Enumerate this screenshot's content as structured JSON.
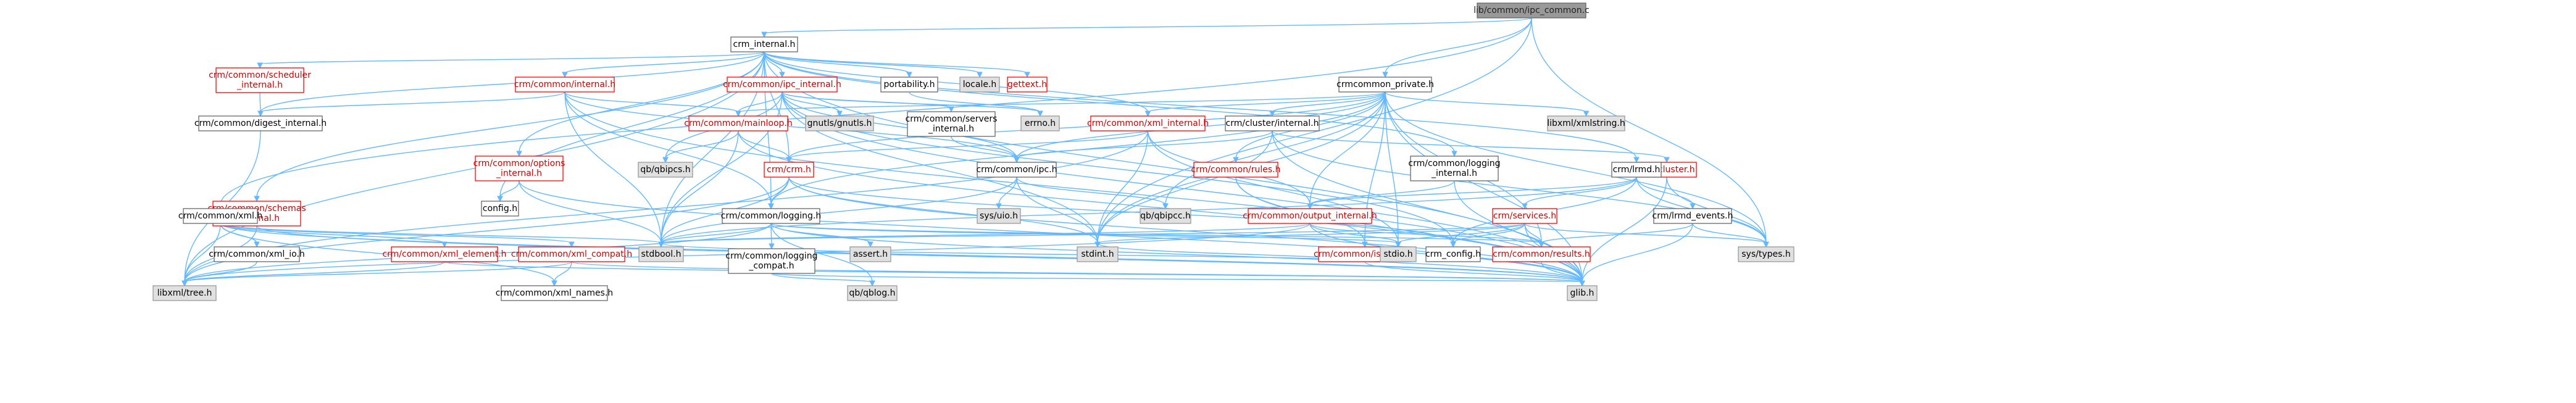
{
  "colors": {
    "edge": "#63b8ff",
    "node_border": "#666666",
    "incomplete_border": "#ff0000",
    "incomplete_text": "#cc0000",
    "system_fill": "#e0e0e0",
    "root_fill": "#999999"
  },
  "nodes": [
    {
      "id": "root",
      "label": "lib/common/ipc_common.c",
      "kind": "root"
    },
    {
      "id": "crm_internal",
      "label": "crm_internal.h",
      "kind": "std"
    },
    {
      "id": "crmcommon_private",
      "label": "crmcommon_private.h",
      "kind": "std"
    },
    {
      "id": "scheduler_internal",
      "label": "crm/common/scheduler\n_internal.h",
      "kind": "red"
    },
    {
      "id": "internal_h",
      "label": "crm/common/internal.h",
      "kind": "red"
    },
    {
      "id": "ipc_internal",
      "label": "crm/common/ipc_internal.h",
      "kind": "red"
    },
    {
      "id": "portability",
      "label": "portability.h",
      "kind": "std"
    },
    {
      "id": "locale",
      "label": "locale.h",
      "kind": "sys"
    },
    {
      "id": "gettext",
      "label": "gettext.h",
      "kind": "red"
    },
    {
      "id": "digest_internal",
      "label": "crm/common/digest_internal.h",
      "kind": "std"
    },
    {
      "id": "mainloop",
      "label": "crm/common/mainloop.h",
      "kind": "red"
    },
    {
      "id": "gnutls",
      "label": "gnutls/gnutls.h",
      "kind": "sys"
    },
    {
      "id": "servers_internal",
      "label": "crm/common/servers\n_internal.h",
      "kind": "std"
    },
    {
      "id": "errno",
      "label": "errno.h",
      "kind": "sys"
    },
    {
      "id": "xml_internal",
      "label": "crm/common/xml_internal.h",
      "kind": "red"
    },
    {
      "id": "cluster_internal",
      "label": "crm/cluster/internal.h",
      "kind": "std"
    },
    {
      "id": "xmlstring",
      "label": "libxml/xmlstring.h",
      "kind": "sys"
    },
    {
      "id": "options_internal",
      "label": "crm/common/options\n_internal.h",
      "kind": "red"
    },
    {
      "id": "qbipcs",
      "label": "qb/qbipcs.h",
      "kind": "sys"
    },
    {
      "id": "crm_h",
      "label": "crm/crm.h",
      "kind": "red"
    },
    {
      "id": "ipc_h",
      "label": "crm/common/ipc.h",
      "kind": "std"
    },
    {
      "id": "rules_h",
      "label": "crm/common/rules.h",
      "kind": "red"
    },
    {
      "id": "cluster_h",
      "label": "crm/cluster.h",
      "kind": "red"
    },
    {
      "id": "logging_internal",
      "label": "crm/common/logging\n_internal.h",
      "kind": "std"
    },
    {
      "id": "lrmd_h",
      "label": "crm/lrmd.h",
      "kind": "std"
    },
    {
      "id": "config_h",
      "label": "config.h",
      "kind": "std"
    },
    {
      "id": "schemas_internal",
      "label": "crm/common/schemas\n_internal.h",
      "kind": "red"
    },
    {
      "id": "xml_h",
      "label": "crm/common/xml.h",
      "kind": "std"
    },
    {
      "id": "logging_h",
      "label": "crm/common/logging.h",
      "kind": "std"
    },
    {
      "id": "sysuio",
      "label": "sys/uio.h",
      "kind": "sys"
    },
    {
      "id": "qbipcc",
      "label": "qb/qbipcc.h",
      "kind": "sys"
    },
    {
      "id": "iso8601",
      "label": "crm/common/iso8601.h",
      "kind": "red"
    },
    {
      "id": "output_internal",
      "label": "crm/common/output_internal.h",
      "kind": "red"
    },
    {
      "id": "services_h",
      "label": "crm/services.h",
      "kind": "red"
    },
    {
      "id": "lrmd_events",
      "label": "crm/lrmd_events.h",
      "kind": "std"
    },
    {
      "id": "xml_io",
      "label": "crm/common/xml_io.h",
      "kind": "std"
    },
    {
      "id": "xml_element",
      "label": "crm/common/xml_element.h",
      "kind": "red"
    },
    {
      "id": "xml_compat",
      "label": "crm/common/xml_compat.h",
      "kind": "red"
    },
    {
      "id": "logging_compat",
      "label": "crm/common/logging\n_compat.h",
      "kind": "std"
    },
    {
      "id": "assert",
      "label": "assert.h",
      "kind": "sys"
    },
    {
      "id": "stdbool",
      "label": "stdbool.h",
      "kind": "sys"
    },
    {
      "id": "stdint",
      "label": "stdint.h",
      "kind": "sys"
    },
    {
      "id": "stdio",
      "label": "stdio.h",
      "kind": "sys"
    },
    {
      "id": "crm_config",
      "label": "crm_config.h",
      "kind": "std"
    },
    {
      "id": "results_h",
      "label": "crm/common/results.h",
      "kind": "red"
    },
    {
      "id": "systypes",
      "label": "sys/types.h",
      "kind": "sys"
    },
    {
      "id": "libxml_tree",
      "label": "libxml/tree.h",
      "kind": "sys"
    },
    {
      "id": "xml_names",
      "label": "crm/common/xml_names.h",
      "kind": "std"
    },
    {
      "id": "qblog",
      "label": "qb/qblog.h",
      "kind": "sys"
    },
    {
      "id": "glib",
      "label": "glib.h",
      "kind": "sys"
    }
  ],
  "edges": [
    [
      "root",
      "crm_internal"
    ],
    [
      "root",
      "crmcommon_private"
    ],
    [
      "root",
      "xml_h"
    ],
    [
      "root",
      "stdint"
    ],
    [
      "root",
      "systypes"
    ],
    [
      "crm_internal",
      "scheduler_internal"
    ],
    [
      "crm_internal",
      "internal_h"
    ],
    [
      "crm_internal",
      "ipc_internal"
    ],
    [
      "crm_internal",
      "portability"
    ],
    [
      "crm_internal",
      "locale"
    ],
    [
      "crm_internal",
      "gettext"
    ],
    [
      "crm_internal",
      "digest_internal"
    ],
    [
      "crm_internal",
      "options_internal"
    ],
    [
      "crm_internal",
      "schemas_internal"
    ],
    [
      "crm_internal",
      "crm_h"
    ],
    [
      "crm_internal",
      "logging_h"
    ],
    [
      "crm_internal",
      "xml_internal"
    ],
    [
      "crm_internal",
      "config_h"
    ],
    [
      "crm_internal",
      "libxml_tree"
    ],
    [
      "crm_internal",
      "glib"
    ],
    [
      "crm_internal",
      "stdbool"
    ],
    [
      "crm_internal",
      "lrmd_h"
    ],
    [
      "crm_internal",
      "logging_internal"
    ],
    [
      "scheduler_internal",
      "digest_internal"
    ],
    [
      "internal_h",
      "digest_internal"
    ],
    [
      "internal_h",
      "mainloop"
    ],
    [
      "internal_h",
      "stdbool"
    ],
    [
      "internal_h",
      "glib"
    ],
    [
      "internal_h",
      "ipc_h"
    ],
    [
      "internal_h",
      "logging_h"
    ],
    [
      "ipc_internal",
      "mainloop"
    ],
    [
      "ipc_internal",
      "gnutls"
    ],
    [
      "ipc_internal",
      "servers_internal"
    ],
    [
      "ipc_internal",
      "qbipcs"
    ],
    [
      "ipc_internal",
      "ipc_h"
    ],
    [
      "ipc_internal",
      "stdbool"
    ],
    [
      "ipc_internal",
      "stdint"
    ],
    [
      "ipc_internal",
      "glib"
    ],
    [
      "ipc_internal",
      "crm_config"
    ],
    [
      "ipc_internal",
      "errno"
    ],
    [
      "portability",
      "errno"
    ],
    [
      "digest_internal",
      "libxml_tree"
    ],
    [
      "mainloop",
      "qbipcs"
    ],
    [
      "mainloop",
      "crm_h"
    ],
    [
      "mainloop",
      "glib"
    ],
    [
      "mainloop",
      "stdbool"
    ],
    [
      "servers_internal",
      "ipc_h"
    ],
    [
      "crmcommon_private",
      "xml_internal"
    ],
    [
      "crmcommon_private",
      "cluster_internal"
    ],
    [
      "crmcommon_private",
      "xmlstring"
    ],
    [
      "crmcommon_private",
      "rules_h"
    ],
    [
      "crmcommon_private",
      "output_internal"
    ],
    [
      "crmcommon_private",
      "iso8601"
    ],
    [
      "crmcommon_private",
      "logging_h"
    ],
    [
      "crmcommon_private",
      "crm_h"
    ],
    [
      "crmcommon_private",
      "qbipcc"
    ],
    [
      "crmcommon_private",
      "glib"
    ],
    [
      "crmcommon_private",
      "stdint"
    ],
    [
      "crmcommon_private",
      "systypes"
    ],
    [
      "crmcommon_private",
      "mainloop"
    ],
    [
      "crmcommon_private",
      "ipc_h"
    ],
    [
      "crmcommon_private",
      "results_h"
    ],
    [
      "crmcommon_private",
      "stdio"
    ],
    [
      "xml_internal",
      "crm_h"
    ],
    [
      "xml_internal",
      "output_internal"
    ],
    [
      "xml_internal",
      "stdint"
    ],
    [
      "xml_internal",
      "libxml_tree"
    ],
    [
      "xml_internal",
      "stdio"
    ],
    [
      "cluster_internal",
      "cluster_h"
    ],
    [
      "cluster_internal",
      "ipc_h"
    ],
    [
      "cluster_internal",
      "stdint"
    ],
    [
      "cluster_internal",
      "systypes"
    ],
    [
      "cluster_internal",
      "glib"
    ],
    [
      "options_internal",
      "config_h"
    ],
    [
      "options_internal",
      "stdbool"
    ],
    [
      "options_internal",
      "glib"
    ],
    [
      "crm_h",
      "logging_h"
    ],
    [
      "crm_h",
      "stdbool"
    ],
    [
      "crm_h",
      "stdint"
    ],
    [
      "crm_h",
      "glib"
    ],
    [
      "crm_h",
      "crm_config"
    ],
    [
      "crm_h",
      "libxml_tree"
    ],
    [
      "ipc_h",
      "qbipcc"
    ],
    [
      "ipc_h",
      "sysuio"
    ],
    [
      "ipc_h",
      "stdint"
    ],
    [
      "ipc_h",
      "stdbool"
    ],
    [
      "rules_h",
      "iso8601"
    ],
    [
      "rules_h",
      "glib"
    ],
    [
      "cluster_h",
      "glib"
    ],
    [
      "cluster_h",
      "systypes"
    ],
    [
      "logging_internal",
      "output_internal"
    ],
    [
      "logging_internal",
      "glib"
    ],
    [
      "lrmd_h",
      "services_h"
    ],
    [
      "lrmd_h",
      "lrmd_events"
    ],
    [
      "lrmd_h",
      "stdbool"
    ],
    [
      "lrmd_h",
      "output_internal"
    ],
    [
      "lrmd_h",
      "systypes"
    ],
    [
      "lrmd_h",
      "crm_config"
    ],
    [
      "schemas_internal",
      "libxml_tree"
    ],
    [
      "schemas_internal",
      "glib"
    ],
    [
      "xml_h",
      "xml_io"
    ],
    [
      "xml_h",
      "xml_element"
    ],
    [
      "xml_h",
      "xml_compat"
    ],
    [
      "xml_h",
      "xml_names"
    ],
    [
      "xml_h",
      "libxml_tree"
    ],
    [
      "xml_h",
      "stdbool"
    ],
    [
      "xml_h",
      "glib"
    ],
    [
      "logging_h",
      "logging_compat"
    ],
    [
      "logging_h",
      "assert"
    ],
    [
      "logging_h",
      "stdio"
    ],
    [
      "logging_h",
      "glib"
    ],
    [
      "logging_h",
      "qblog"
    ],
    [
      "logging_h",
      "stdbool"
    ],
    [
      "logging_h",
      "libxml_tree"
    ],
    [
      "logging_h",
      "results_h"
    ],
    [
      "iso8601",
      "glib"
    ],
    [
      "iso8601",
      "stdint"
    ],
    [
      "iso8601",
      "stdbool"
    ],
    [
      "output_internal",
      "stdio"
    ],
    [
      "output_internal",
      "glib"
    ],
    [
      "output_internal",
      "libxml_tree"
    ],
    [
      "output_internal",
      "results_h"
    ],
    [
      "output_internal",
      "stdbool"
    ],
    [
      "services_h",
      "glib"
    ],
    [
      "services_h",
      "stdio"
    ],
    [
      "services_h",
      "stdint"
    ],
    [
      "services_h",
      "stdbool"
    ],
    [
      "services_h",
      "results_h"
    ],
    [
      "services_h",
      "systypes"
    ],
    [
      "services_h",
      "crm_config"
    ],
    [
      "lrmd_events",
      "glib"
    ],
    [
      "lrmd_events",
      "systypes"
    ],
    [
      "lrmd_events",
      "results_h"
    ],
    [
      "xml_io",
      "libxml_tree"
    ],
    [
      "xml_element",
      "libxml_tree"
    ],
    [
      "xml_element",
      "glib"
    ],
    [
      "xml_compat",
      "glib"
    ],
    [
      "xml_compat",
      "libxml_tree"
    ],
    [
      "xml_compat",
      "xml_names"
    ],
    [
      "logging_compat",
      "qblog"
    ],
    [
      "logging_compat",
      "glib"
    ],
    [
      "results_h",
      "glib"
    ]
  ]
}
